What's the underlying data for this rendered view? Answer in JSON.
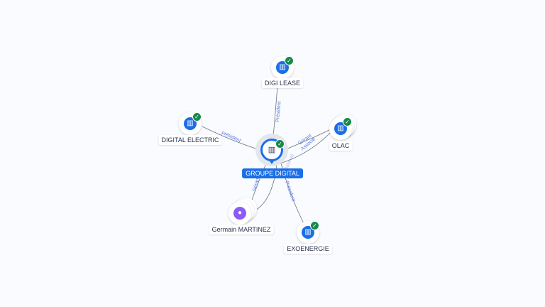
{
  "center": {
    "name": "GROUPE DIGITAL",
    "icon": "building-icon",
    "verified": true
  },
  "nodes": [
    {
      "name": "DIGI LEASE",
      "type": "company",
      "verified": true
    },
    {
      "name": "DIGITAL ELECTRIC",
      "type": "company",
      "verified": true
    },
    {
      "name": "OLAC",
      "type": "company",
      "verified": true
    },
    {
      "name": "Germain MARTINEZ",
      "type": "person"
    },
    {
      "name": "EXOENERGIE",
      "type": "company",
      "verified": true
    }
  ],
  "edges": [
    {
      "label": "Président"
    },
    {
      "label": "président"
    },
    {
      "label": "Gérant"
    },
    {
      "label": "Associé"
    },
    {
      "label": "Gérant"
    },
    {
      "label": "Associé"
    },
    {
      "label": "Président"
    }
  ],
  "colors": {
    "accent": "#1b6fe6",
    "verified": "#168a4a",
    "person": "#8b5cf6"
  }
}
